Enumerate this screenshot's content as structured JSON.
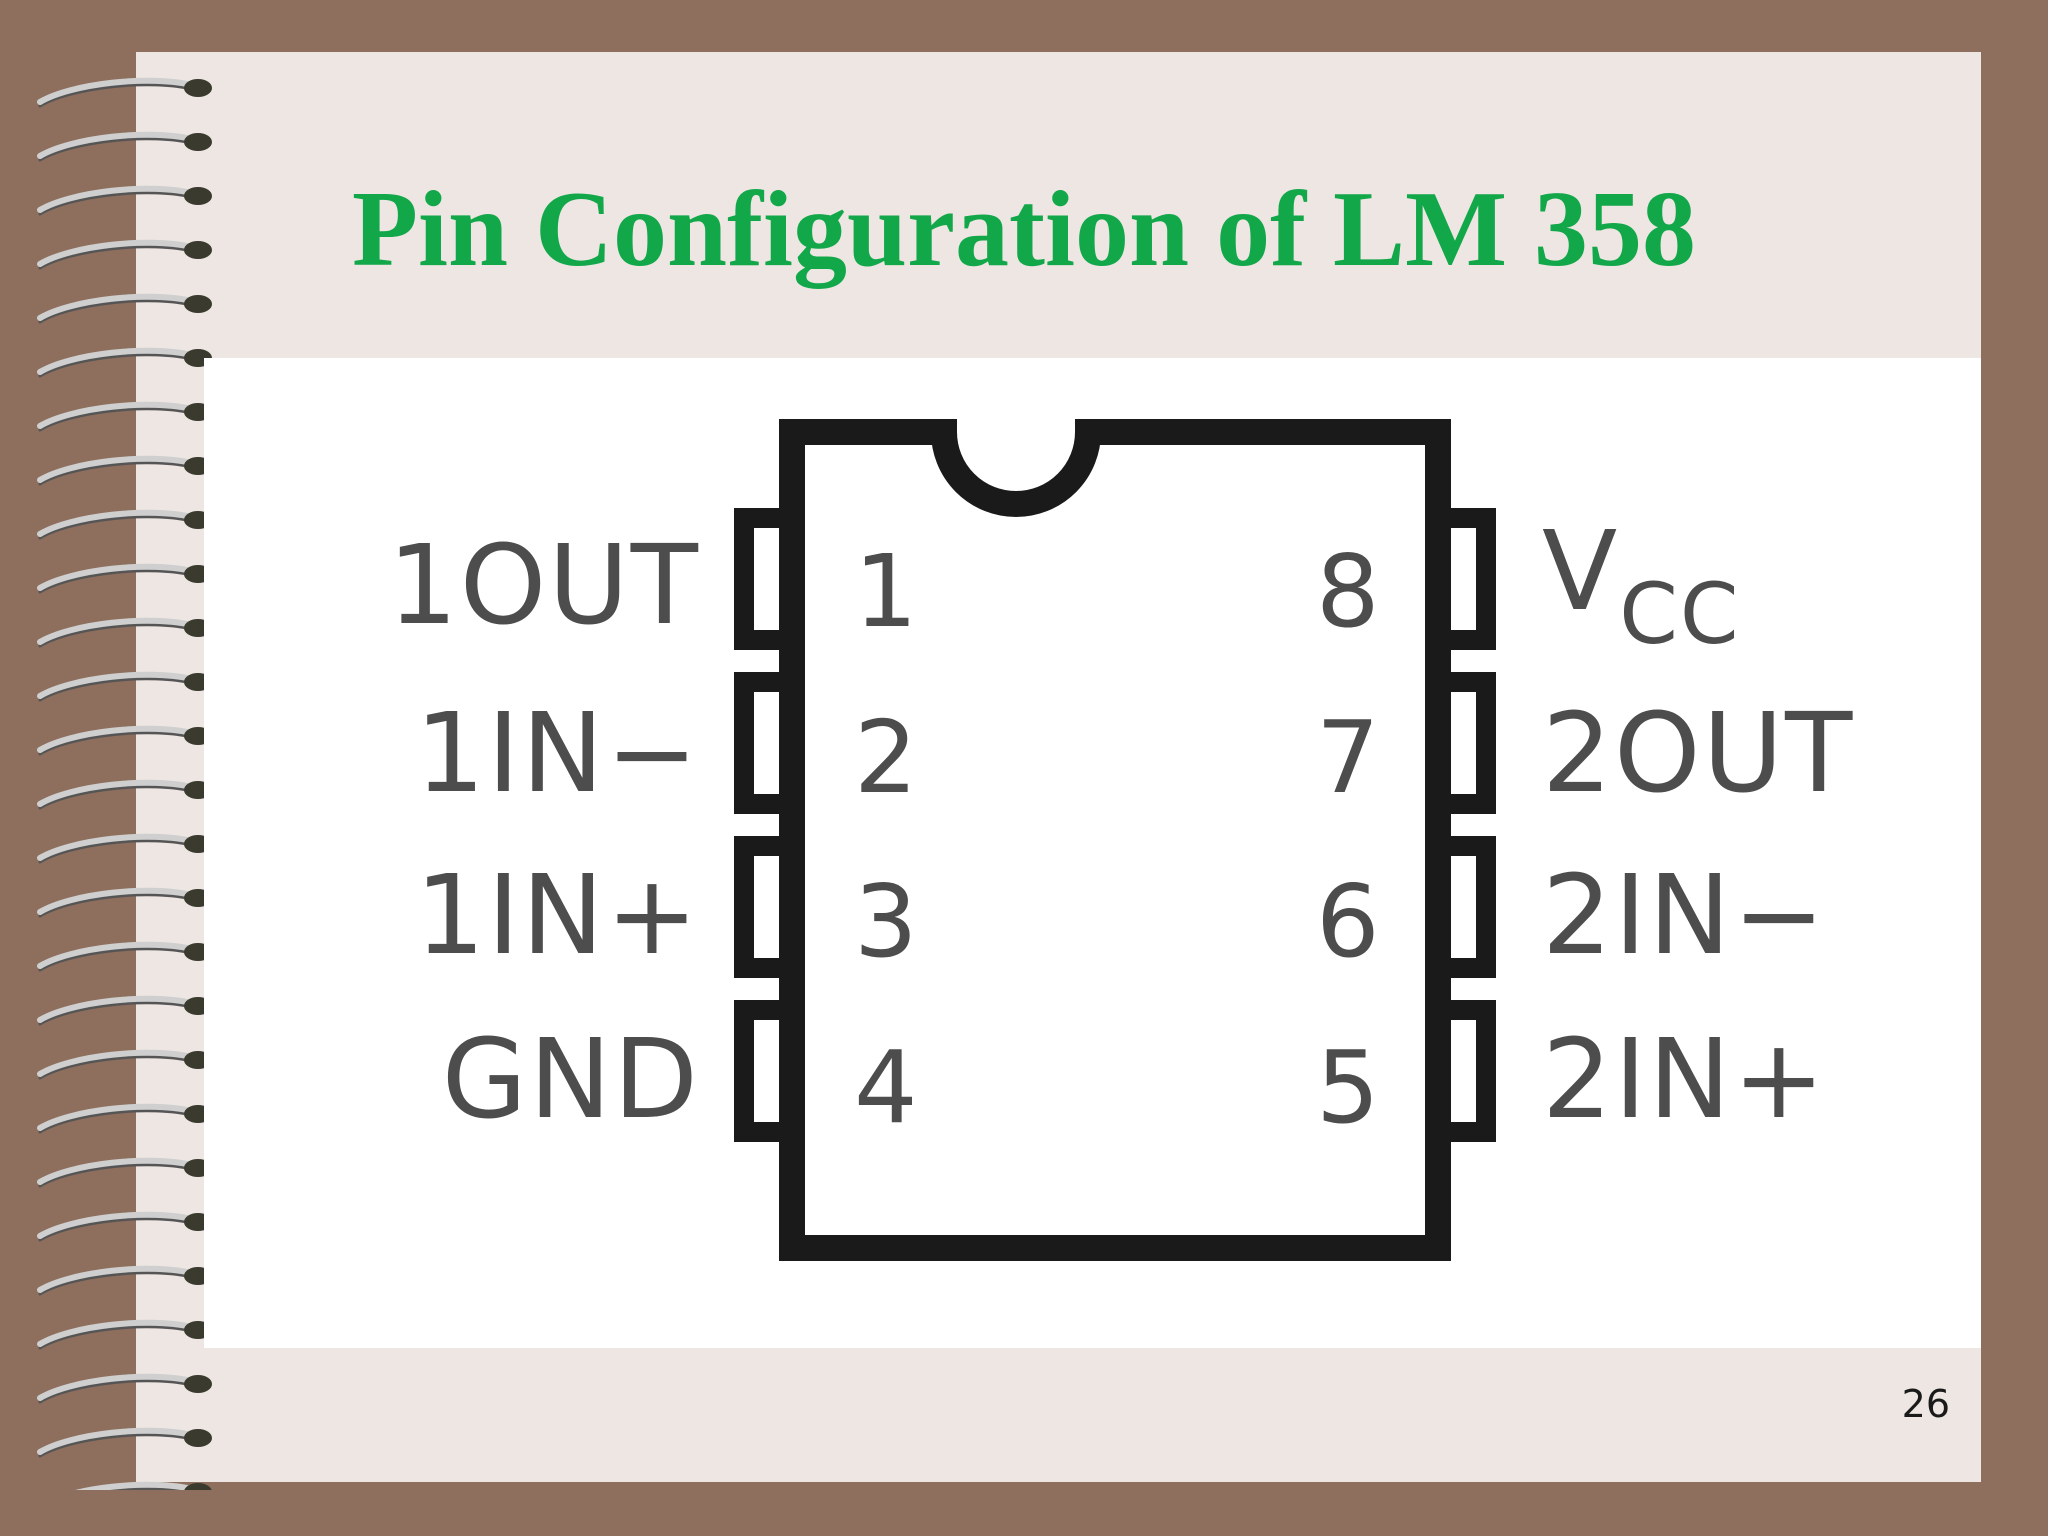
{
  "slide": {
    "title": "Pin Configuration of LM 358",
    "page_number": "26"
  },
  "pins": {
    "left": [
      {
        "number": "1",
        "label": "1OUT"
      },
      {
        "number": "2",
        "label": "1IN−"
      },
      {
        "number": "3",
        "label": "1IN+"
      },
      {
        "number": "4",
        "label": "GND"
      }
    ],
    "right": [
      {
        "number": "8",
        "label_main": "V",
        "label_sub": "CC"
      },
      {
        "number": "7",
        "label": "2OUT"
      },
      {
        "number": "6",
        "label": "2IN−"
      },
      {
        "number": "5",
        "label": "2IN+"
      }
    ]
  },
  "colors": {
    "title": "#12a84a",
    "frame": "#8e6e5c",
    "page": "#ede6e2",
    "chip_outline": "#1a1a1a",
    "label_text": "#4d4d4d"
  }
}
